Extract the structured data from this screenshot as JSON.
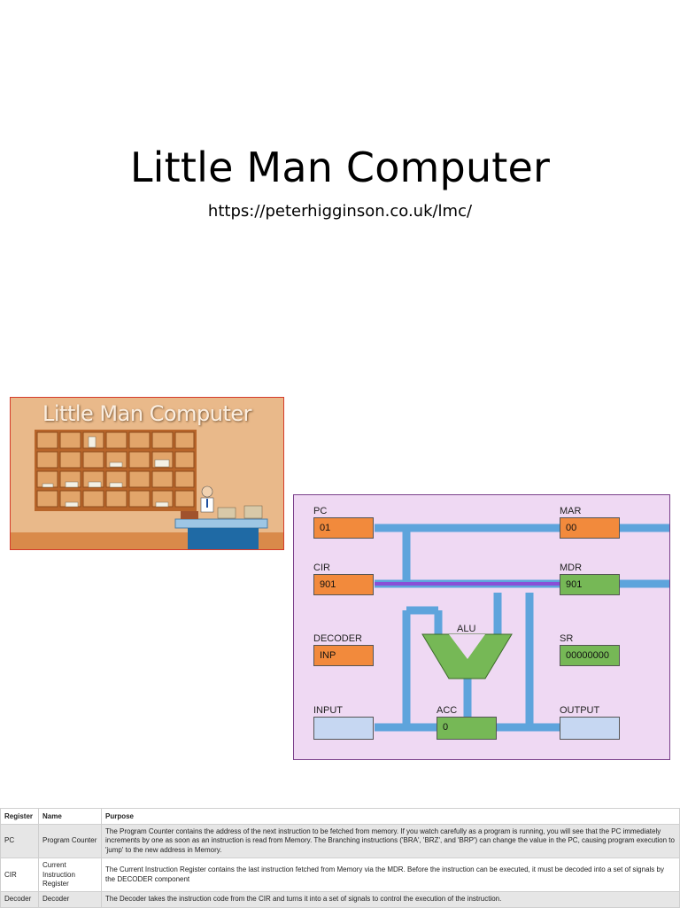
{
  "slide": {
    "title": "Little Man Computer",
    "subtitle": "https://peterhigginson.co.uk/lmc/"
  },
  "illustration": {
    "title": "Little Man Computer"
  },
  "diagram": {
    "registers": {
      "pc": {
        "label": "PC",
        "value": "01"
      },
      "mar": {
        "label": "MAR",
        "value": "00"
      },
      "cir": {
        "label": "CIR",
        "value": "901"
      },
      "mdr": {
        "label": "MDR",
        "value": "901"
      },
      "decoder": {
        "label": "DECODER",
        "value": "INP"
      },
      "sr": {
        "label": "SR",
        "value": "00000000"
      },
      "alu": {
        "label": "ALU"
      },
      "input": {
        "label": "INPUT",
        "value": ""
      },
      "acc": {
        "label": "ACC",
        "value": "0"
      },
      "output": {
        "label": "OUTPUT",
        "value": ""
      }
    },
    "colors": {
      "bus": "#5ea4dc",
      "control": "#8a4fd6",
      "register_orange": "#f28a3c",
      "register_green": "#76b856",
      "register_blue": "#c6d7f2",
      "background": "#efd9f3"
    }
  },
  "table": {
    "headers": {
      "register": "Register",
      "name": "Name",
      "purpose": "Purpose"
    },
    "rows": [
      {
        "register": "PC",
        "name": "Program Counter",
        "purpose": "The Program Counter contains the address of the next instruction to be fetched from memory. If you watch carefully as a program is running, you will see that the PC immediately increments by one as soon as an instruction is read from Memory. The Branching instructions ('BRA', 'BRZ', and 'BRP') can change the value in the PC, causing program execution to 'jump' to the new address in Memory."
      },
      {
        "register": "CIR",
        "name": "Current Instruction Register",
        "purpose": "The Current Instruction Register contains the last instruction fetched from Memory via the MDR. Before the instruction can be executed, it must be decoded into a set of signals by the DECODER component"
      },
      {
        "register": "Decoder",
        "name": "Decoder",
        "purpose": "The Decoder takes the instruction code from the CIR and turns it into a set of signals to control the execution of the instruction."
      }
    ]
  }
}
